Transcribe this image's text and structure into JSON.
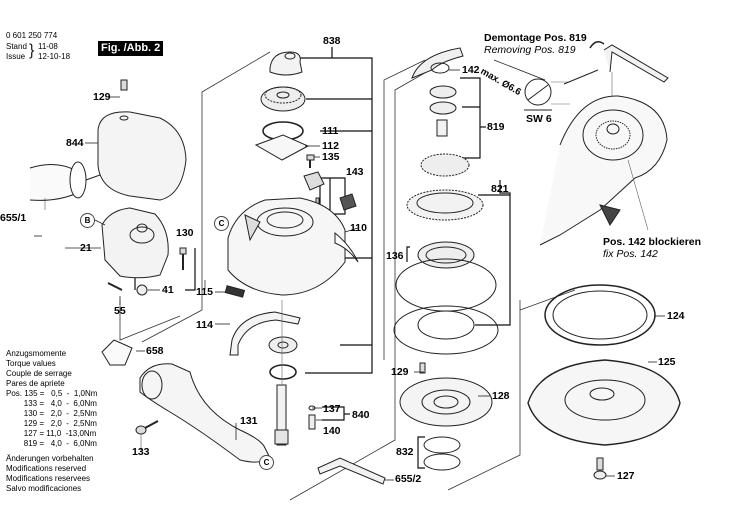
{
  "header": {
    "part_number": "0 601 250 774",
    "stand_label": "Stand",
    "issue_label": "Issue",
    "stand_value": "11-08",
    "issue_value": "12-10-18",
    "figure_label": "Fig. /Abb. 2"
  },
  "demontage": {
    "title_de": "Demontage Pos. 819",
    "title_en": "Removing Pos. 819",
    "max_dim": "max. Ø6.6",
    "wrench_size": "SW 6",
    "block_de": "Pos. 142 blockieren",
    "block_en": "fix Pos. 142"
  },
  "torque": {
    "title_de": "Anzugsmomente",
    "title_en": "Torque values",
    "title_fr": "Couple de serrage",
    "title_es": "Pares de apriete",
    "rows": [
      "Pos. 135 =   0,5  -  1,0Nm",
      "        133 =   4,0  -  6,0Nm",
      "        130 =   2,0  -  2,5Nm",
      "        129 =   2,0  -  2,5Nm",
      "        127 = 11,0  -13,0Nm",
      "        819 =   4,0  -  6,0Nm"
    ]
  },
  "footer_notes": [
    "Änderungen vorbehalten",
    "Modifications reserved",
    "Modifications reservees",
    "Salvo modificaciones"
  ],
  "callouts": {
    "b": "B",
    "c1": "C",
    "c2": "C"
  },
  "parts": {
    "p838": "838",
    "p111": "111",
    "p112": "112",
    "p135": "135",
    "p143": "143",
    "p110": "110",
    "p129a": "129",
    "p844": "844",
    "p655_1": "655/1",
    "p21": "21",
    "p130": "130",
    "p41": "41",
    "p55": "55",
    "p115": "115",
    "p114": "114",
    "p658": "658",
    "p131": "131",
    "p133": "133",
    "p137": "137",
    "p140": "140",
    "p840": "840",
    "p655_2": "655/2",
    "p142": "142",
    "p819": "819",
    "p821": "821",
    "p136": "136",
    "p129b": "129",
    "p128": "128",
    "p832": "832",
    "p124": "124",
    "p125": "125",
    "p127": "127"
  }
}
